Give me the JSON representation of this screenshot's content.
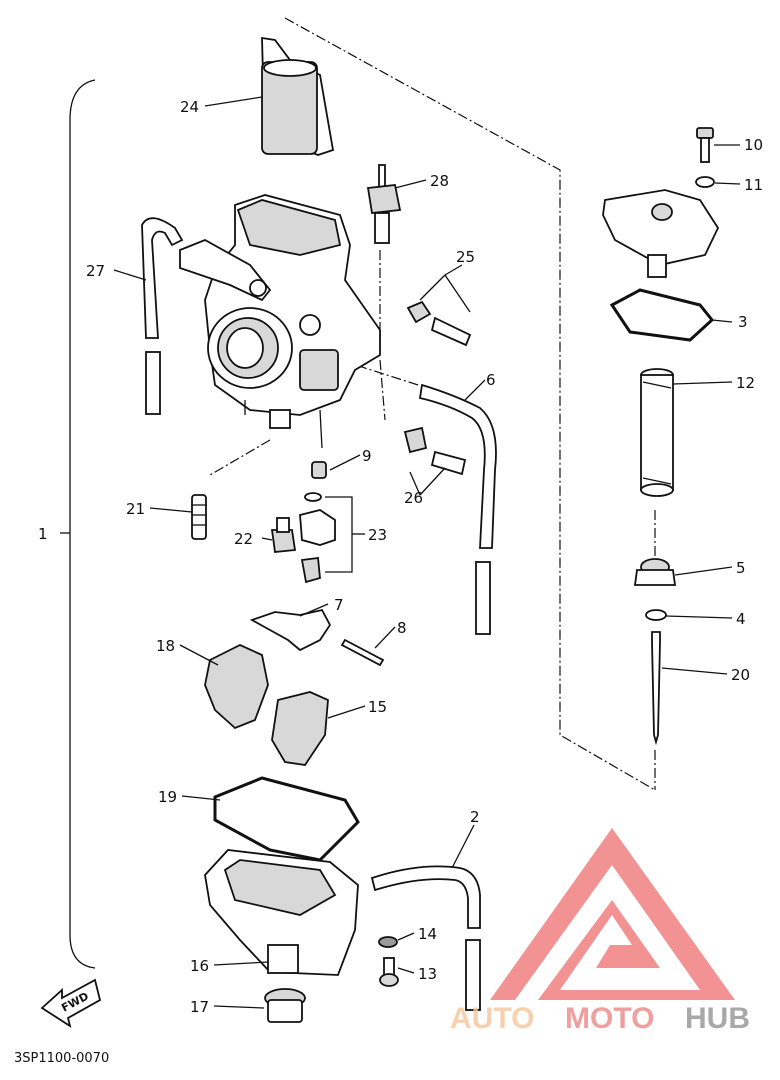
{
  "diagram": {
    "drawing_code": "3SP1100-0070",
    "fwd_label": "FWD",
    "watermark": {
      "part1": "AUTO",
      "part2": "MOTO",
      "part3": "HUB",
      "color_auto": "#f6c9a0",
      "color_moto": "#ee8f8f",
      "color_hub": "#9a9a9a",
      "logo_color": "#f08080"
    },
    "callouts": [
      "1",
      "2",
      "3",
      "4",
      "5",
      "6",
      "7",
      "8",
      "9",
      "10",
      "11",
      "12",
      "13",
      "14",
      "15",
      "16",
      "17",
      "18",
      "19",
      "20",
      "21",
      "22",
      "23",
      "24",
      "25",
      "26",
      "27",
      "28"
    ]
  }
}
